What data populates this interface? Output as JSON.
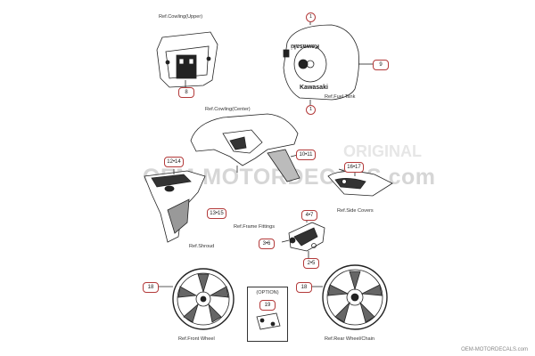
{
  "refs": {
    "cowling_upper": "Ref.Cowling(Upper)",
    "fuel_tank": "Ref.Fuel Tank",
    "cowling_center": "Ref.Cowling(Center)",
    "side_covers": "Ref.Side Covers",
    "frame_fittings": "Ref.Frame Fittings",
    "shroud": "Ref.Shroud",
    "front_wheel": "Ref.Front Wheel",
    "rear_wheel_chain": "Ref.Rear Wheel/Chain"
  },
  "callouts": {
    "c1_top": "1",
    "c1_bottom": "1",
    "c8": "8",
    "c9": "9",
    "c10_11": "10•11",
    "c12_14": "12•14",
    "c13_15": "13•15",
    "c16_17": "16•17",
    "c4_7": "4•7",
    "c3_6": "3•6",
    "c2_5": "2•5",
    "c18_left": "18",
    "c18_right": "18",
    "c19": "19"
  },
  "option_label": "(OPTION)",
  "decal_text": {
    "kawasaki_1": "Kawasaki",
    "kawasaki_2": "Kawasaki"
  },
  "watermark": {
    "main": "OEM-MOTORDECALS.com",
    "side": "ORIGINAL"
  },
  "footer": "OEM-MOTORDECALS.com",
  "colors": {
    "callout_border": "#b33a3a",
    "line": "#222222",
    "watermark": "#c9c9c9"
  }
}
